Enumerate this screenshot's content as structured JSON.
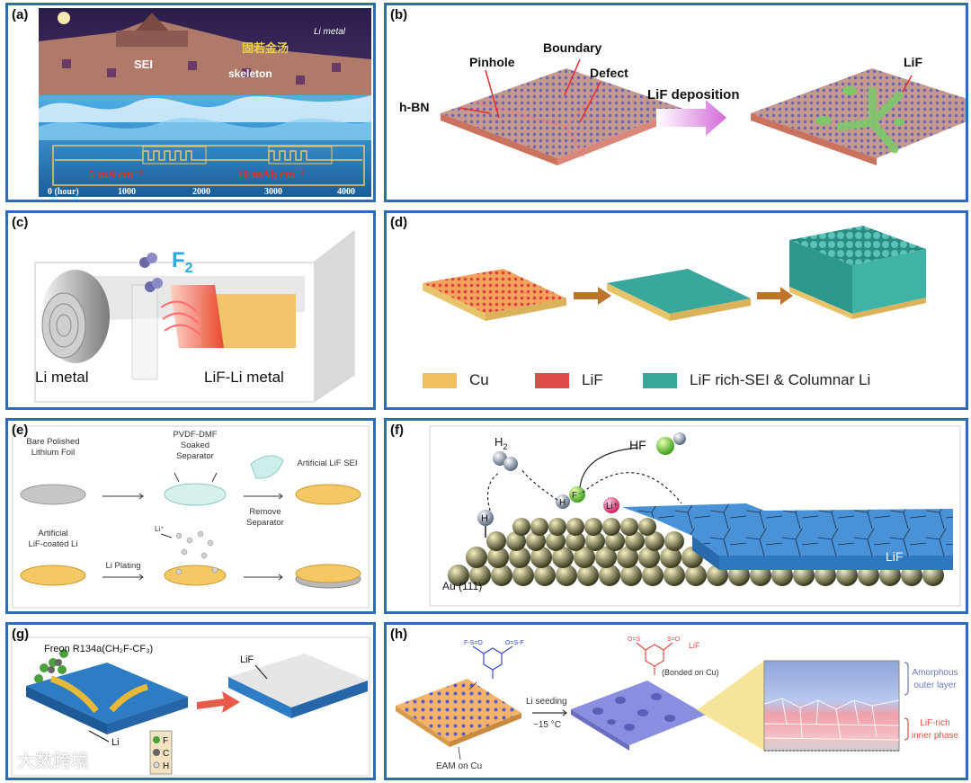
{
  "panels": {
    "a": {
      "label": "(a)",
      "li_metal": "Li metal",
      "sei": "SEI",
      "skeleton": "skeleton",
      "chinese": "固若金汤",
      "rate1": "5 mA cm⁻²",
      "rate2": "10 mAh cm⁻²",
      "axis": [
        "0 (hour)",
        "1000",
        "2000",
        "3000",
        "4000"
      ]
    },
    "b": {
      "label": "(b)",
      "hbn": "h-BN",
      "pinhole": "Pinhole",
      "boundary": "Boundary",
      "defect": "Defect",
      "deposition": "LiF deposition",
      "lif": "LiF"
    },
    "c": {
      "label": "(c)",
      "f2": "F",
      "f2_sub": "2",
      "li_metal": "Li metal",
      "lif_li": "LiF-Li metal"
    },
    "d": {
      "label": "(d)",
      "legend": [
        "Cu",
        "LiF",
        "LiF rich-SEI & Columnar Li"
      ]
    },
    "e": {
      "label": "(e)",
      "bare": [
        "Bare Polished",
        "Lithium Foil"
      ],
      "pvdf": [
        "PVDF-DMF",
        "Soaked",
        "Separator"
      ],
      "artificial_sei": "Artificial LiF SEI",
      "remove": [
        "Remove",
        "Separator"
      ],
      "coated": [
        "Artificial",
        "LiF-coated  Li"
      ],
      "plating": "Li Plating",
      "li_ion": "Li⁺"
    },
    "f": {
      "label": "(f)",
      "h2": "H",
      "h2_sub": "2",
      "hf": "HF",
      "h": "H",
      "f": "F⁻",
      "li": "Li⁺",
      "lif": "LiF",
      "au": "Au (111)"
    },
    "g": {
      "label": "(g)",
      "freon": "Freon R134a(CH₂F-CF₃)",
      "lif": "LiF",
      "li": "Li",
      "keys": [
        "F",
        "C",
        "H"
      ]
    },
    "h": {
      "label": "(h)",
      "lif": "LiF",
      "bonded": "(Bonded on Cu)",
      "seeding": "Li seeding",
      "temp": "−15 °C",
      "eam": "EAM on Cu",
      "outer": [
        "Amorphous",
        "outer layer"
      ],
      "inner": [
        "LiF-rich",
        "inner phase"
      ]
    }
  },
  "watermark": "大数跨境",
  "colors": {
    "frame": "#2f6db3",
    "cu": "#f0c060",
    "lif": "#dd4b4b",
    "sei": "#3aa79c",
    "lif_blue": "#3b8fd6"
  }
}
